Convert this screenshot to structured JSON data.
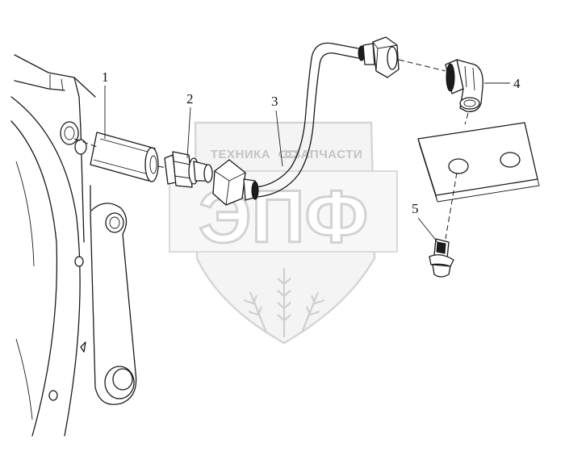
{
  "watermark": {
    "top_text_left": "ТЕХНИКА",
    "top_text_right": "ЗАПЧАСТИ",
    "logo_letters": "ЭПФ",
    "color": "#c8c8c8"
  },
  "callouts": [
    {
      "id": "1",
      "label": "1"
    },
    {
      "id": "2",
      "label": "2"
    },
    {
      "id": "3",
      "label": "3"
    },
    {
      "id": "4",
      "label": "4"
    },
    {
      "id": "5",
      "label": "5"
    }
  ]
}
